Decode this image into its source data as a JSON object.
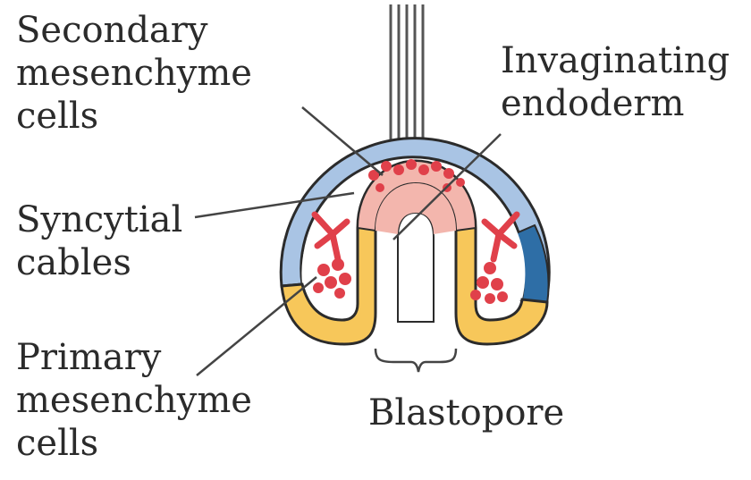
{
  "labels": {
    "secondary_mesenchyme": [
      "Secondary",
      "mesenchyme",
      "cells"
    ],
    "syncytial_cables": [
      "Syncytial",
      "cables"
    ],
    "primary_mesenchyme": [
      "Primary",
      "mesenchyme",
      "cells"
    ],
    "invaginating_endoderm": [
      "Invaginating",
      "endoderm"
    ],
    "blastopore": "Blastopore"
  },
  "colors": {
    "ectoderm_light_blue": "#a9c4e4",
    "ectoderm_dark_blue": "#2e6ea6",
    "endoderm_yellow": "#f7c75a",
    "archenteron_tip_pink": "#f3b6ad",
    "cells_red": "#e0404a",
    "outline": "#2b2b2b",
    "leader_lines": "#444444"
  }
}
